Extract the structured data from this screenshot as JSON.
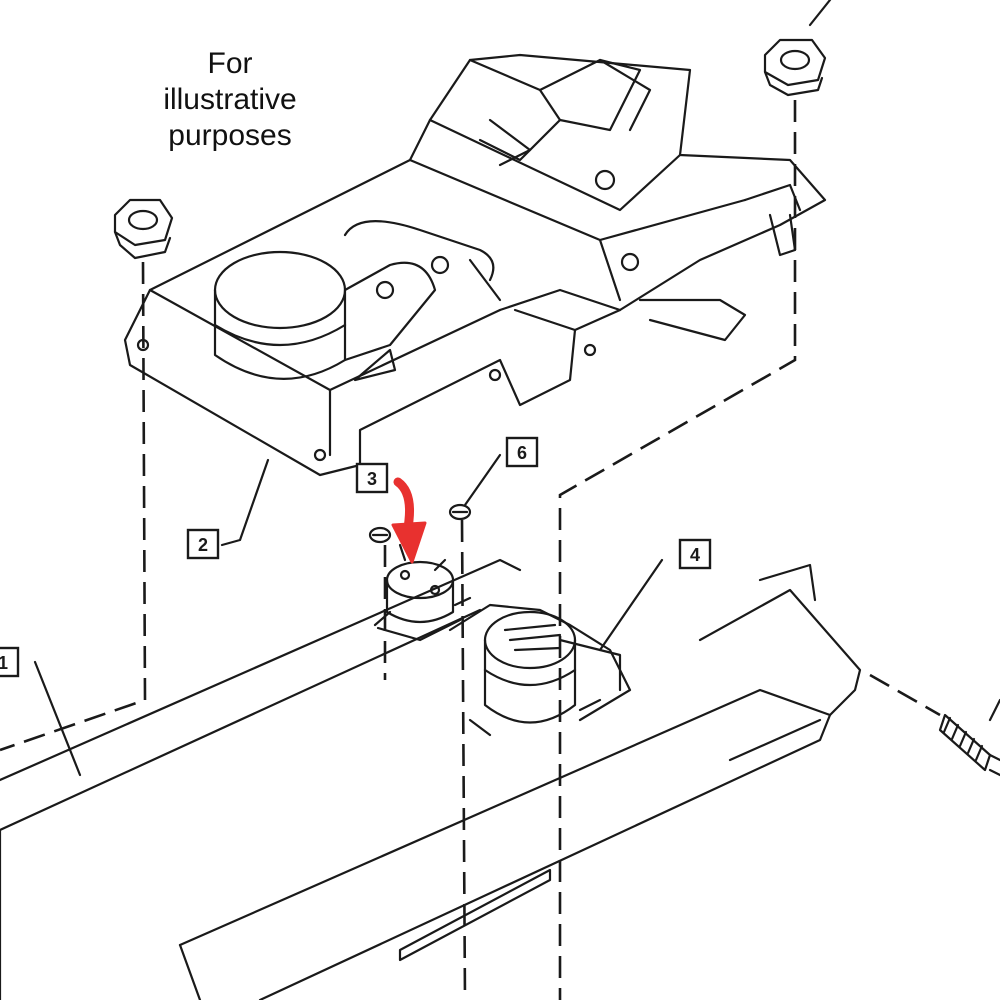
{
  "caption": {
    "lines": [
      "For",
      "illustrative",
      "purposes"
    ]
  },
  "callouts": [
    "1",
    "2",
    "3",
    "4",
    "6"
  ],
  "colors": {
    "line": "#1a1a1a",
    "arrow": "#e8312f",
    "background": "#ffffff"
  }
}
